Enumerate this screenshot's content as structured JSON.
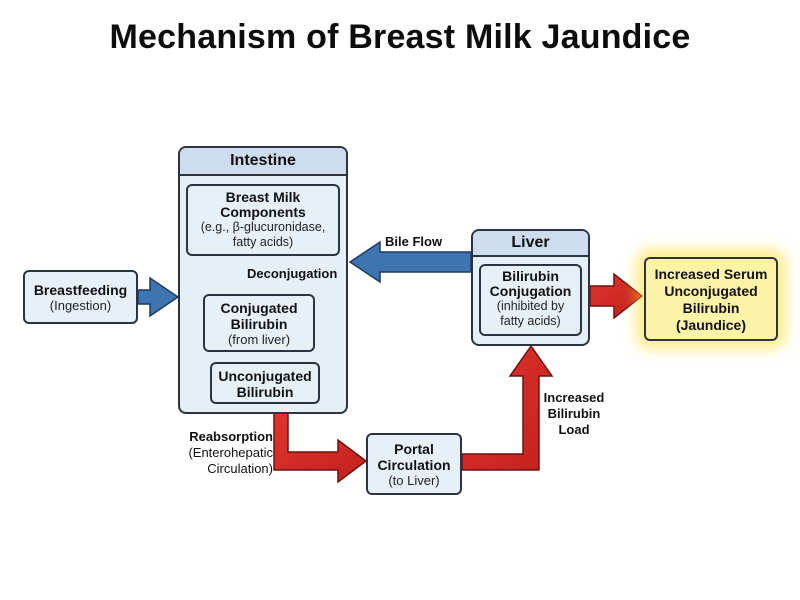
{
  "title": "Mechanism of Breast Milk Jaundice",
  "colors": {
    "blue_arrow": "#3f74b3",
    "red_arrow": "#d42a26",
    "box_fill": "#e8f0f7",
    "header_fill": "#cdddee",
    "highlight_fill": "#fdf3a6"
  },
  "breastfeeding": {
    "line1": "Breastfeeding",
    "line2": "(Ingestion)"
  },
  "intestine": {
    "header": "Intestine",
    "components": {
      "line1": "Breast Milk",
      "line2": "Components",
      "line3": "(e.g., β-glucuronidase,",
      "line4": "fatty acids)"
    },
    "deconjugation": "Deconjugation",
    "conjugated": {
      "line1": "Conjugated",
      "line2": "Bilirubin",
      "line3": "(from liver)"
    },
    "unconjugated": {
      "line1": "Unconjugated",
      "line2": "Bilirubin"
    }
  },
  "bile_flow": "Bile Flow",
  "liver": {
    "header": "Liver",
    "conjugation": {
      "line1": "Bilirubin",
      "line2": "Conjugation",
      "line3": "(inhibited by",
      "line4": "fatty acids)"
    }
  },
  "result": {
    "line1": "Increased Serum",
    "line2": "Unconjugated",
    "line3": "Bilirubin",
    "line4": "(Jaundice)"
  },
  "reabsorption": {
    "line1": "Reabsorption",
    "line2": "(Enterohepatic",
    "line3": "Circulation)"
  },
  "portal": {
    "line1": "Portal",
    "line2": "Circulation",
    "line3": "(to Liver)"
  },
  "increased_load": {
    "line1": "Increased",
    "line2": "Bilirubin",
    "line3": "Load"
  }
}
